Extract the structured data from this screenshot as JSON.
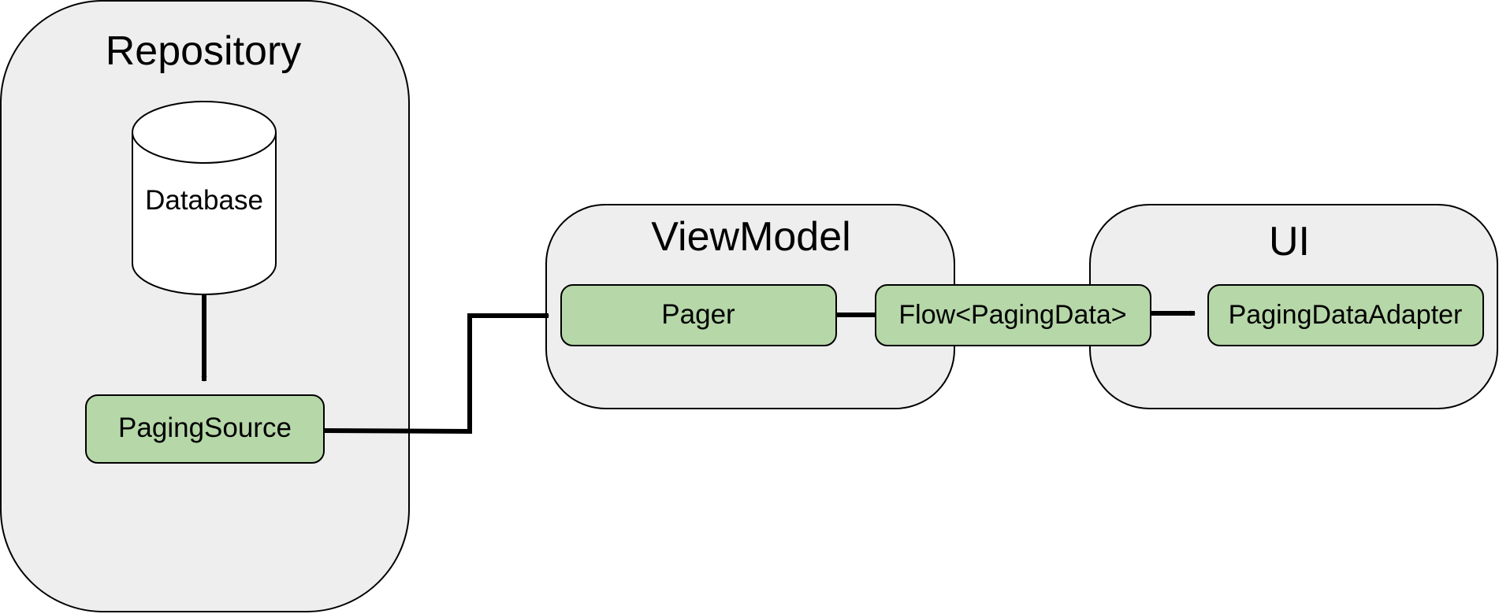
{
  "containers": {
    "repository": {
      "title": "Repository"
    },
    "viewmodel": {
      "title": "ViewModel"
    },
    "ui": {
      "title": "UI"
    }
  },
  "nodes": {
    "database": {
      "label": "Database"
    },
    "paging_source": {
      "label": "PagingSource"
    },
    "pager": {
      "label": "Pager"
    },
    "flow": {
      "label": "Flow<PagingData>"
    },
    "adapter": {
      "label": "PagingDataAdapter"
    }
  },
  "edges": [
    {
      "from": "Database",
      "to": "PagingSource",
      "arrow": true
    },
    {
      "from": "PagingSource",
      "to": "Pager",
      "arrow": true
    },
    {
      "from": "Pager",
      "to": "Flow<PagingData>",
      "arrow": false
    },
    {
      "from": "Flow<PagingData>",
      "to": "PagingDataAdapter",
      "arrow": true
    }
  ],
  "colors": {
    "container_fill": "#eeeeee",
    "node_fill": "#b6d7a8",
    "stroke": "#000000",
    "database_fill": "#ffffff"
  }
}
